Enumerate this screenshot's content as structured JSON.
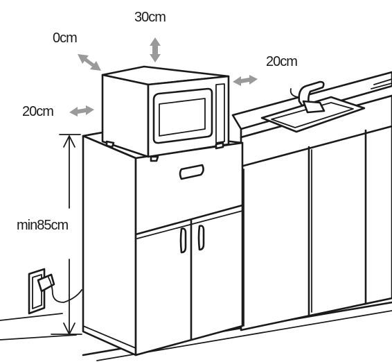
{
  "labels": {
    "top": "30cm",
    "back": "0cm",
    "right": "20cm",
    "left": "20cm",
    "height": "min85cm"
  },
  "colors": {
    "line": "#1a1a1a",
    "arrow": "#9a9a9a",
    "background": "#ffffff"
  }
}
